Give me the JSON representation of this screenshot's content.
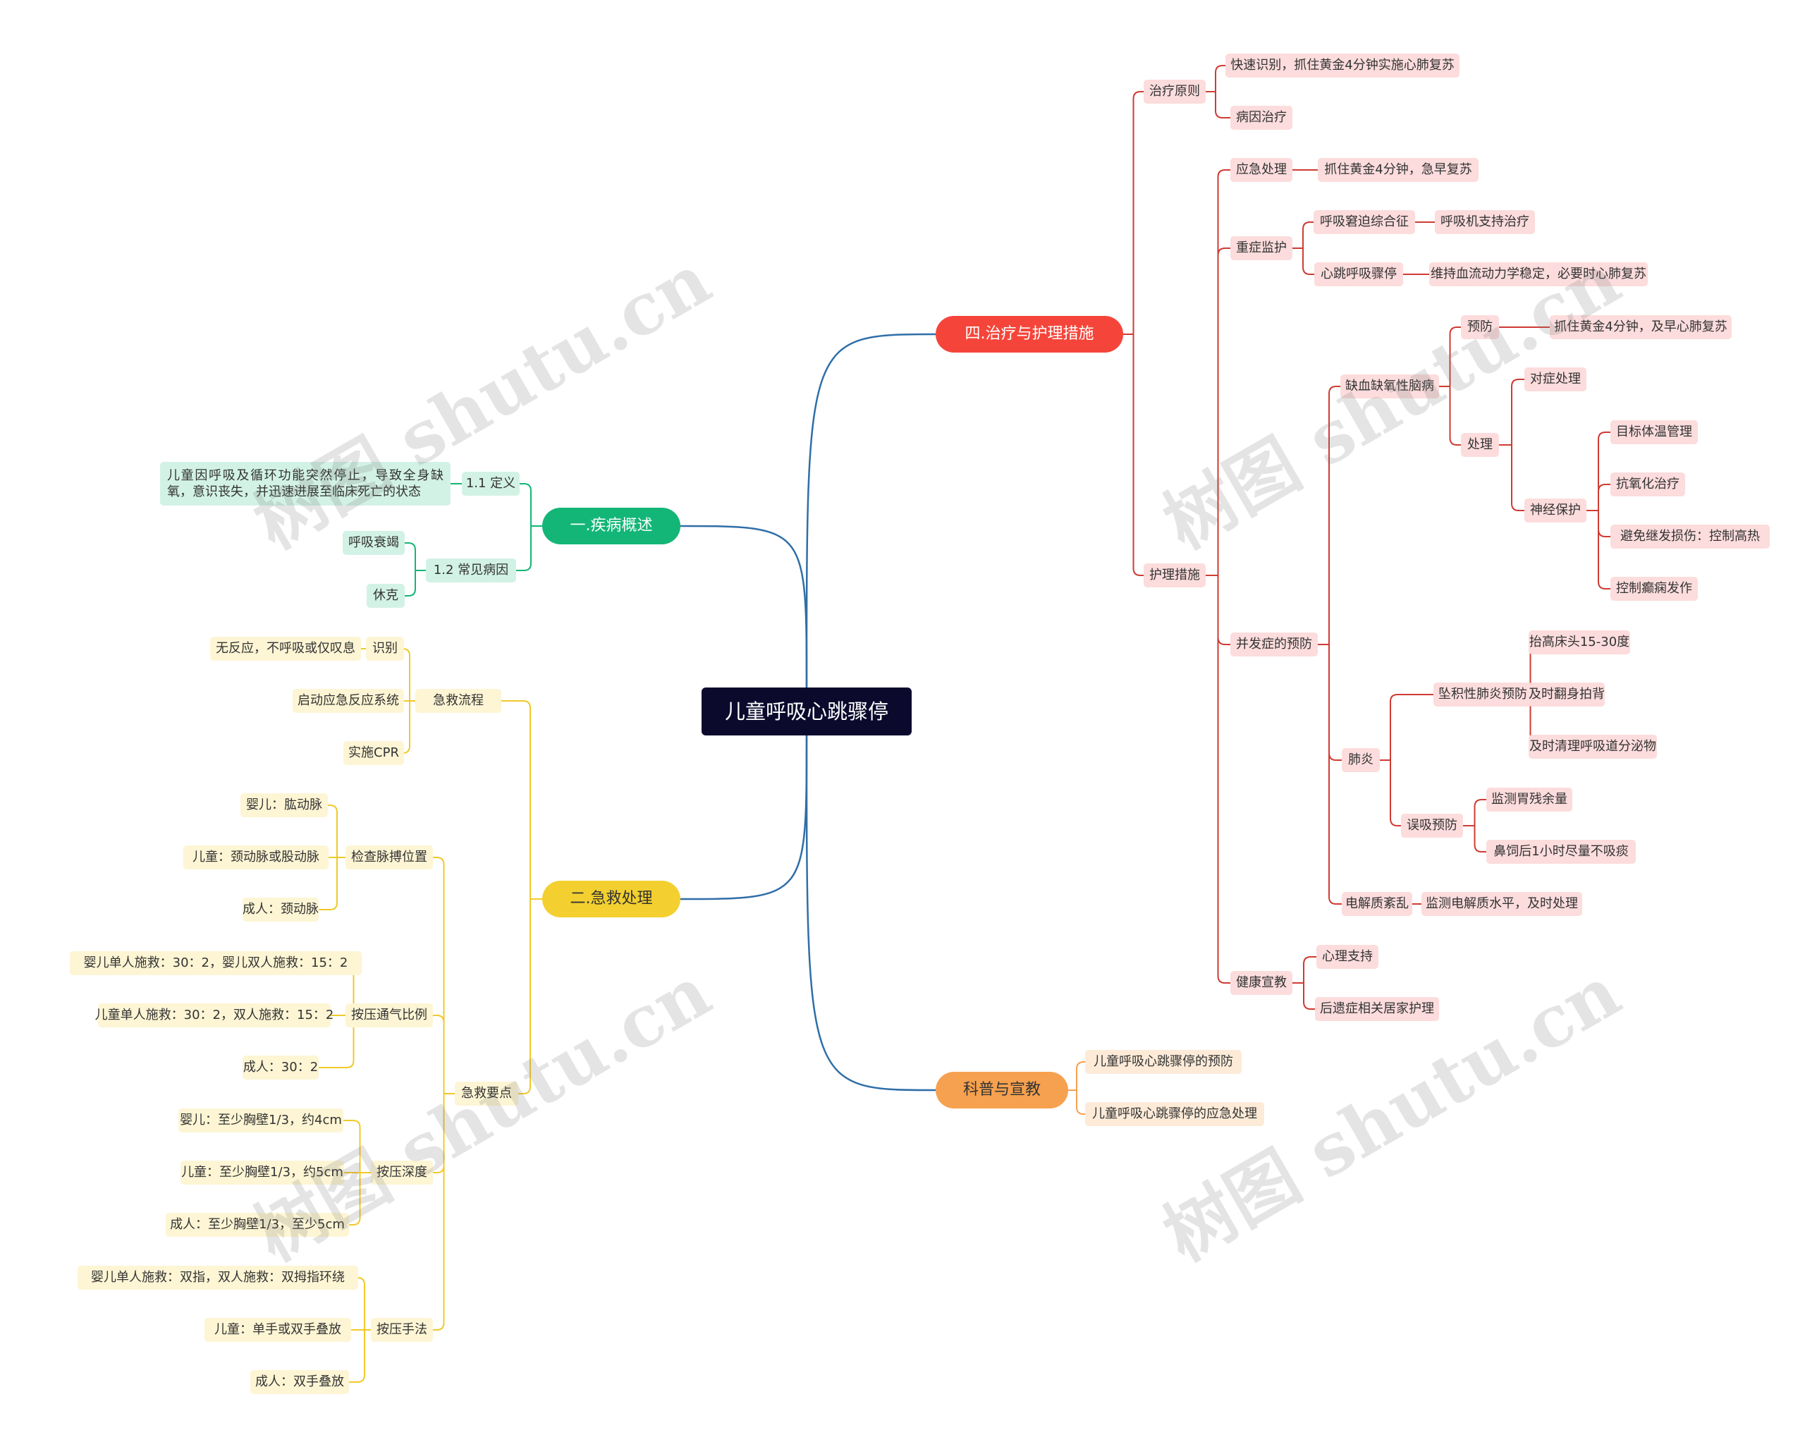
{
  "watermark": "树图 shutu.cn",
  "colors": {
    "root": "#0b0a2d",
    "root_text": "#ffffff",
    "overview": "#13b676",
    "overview_light": "#d2f2e5",
    "overview_line": "#13b676",
    "rescue": "#f3d02f",
    "rescue_light": "#fdf5d4",
    "rescue_line": "#f0c928",
    "treat": "#f5453a",
    "treat_light": "#fcdcdc",
    "treat_line": "#cf3b33",
    "edu": "#f6a14f",
    "edu_light": "#fdebd8",
    "edu_line": "#f6a14f",
    "root_line": "#2f6ea8",
    "child_text": "#333333"
  },
  "root": {
    "label": "儿童呼吸心跳骤停"
  },
  "overview": {
    "label": "一.疾病概述",
    "definition": {
      "label": "1.1 定义",
      "text": "儿童因呼吸及循环功能突然停止，导致全身缺氧，意识丧失，并迅速进展至临床死亡的状态"
    },
    "causes": {
      "label": "1.2 常见病因",
      "items": [
        "呼吸衰竭",
        "休克"
      ]
    }
  },
  "rescue": {
    "label": "二.急救处理",
    "flow": {
      "label": "急救流程",
      "items": [
        {
          "label": "识别",
          "child": "无反应，不呼吸或仅叹息"
        },
        {
          "label": "启动应急反应系统"
        },
        {
          "label": "实施CPR"
        }
      ]
    },
    "points": {
      "label": "急救要点",
      "groups": [
        {
          "label": "检查脉搏位置",
          "items": [
            "婴儿：肱动脉",
            "儿童：颈动脉或股动脉",
            "成人：颈动脉"
          ]
        },
        {
          "label": "按压通气比例",
          "items": [
            "婴儿单人施救：30：2，婴儿双人施救：15：2",
            "儿童单人施救：30：2，双人施救：15：2",
            "成人：30：2"
          ]
        },
        {
          "label": "按压深度",
          "items": [
            "婴儿：至少胸壁1/3，约4cm",
            "儿童：至少胸壁1/3，约5cm",
            "成人：至少胸壁1/3，至少5cm"
          ]
        },
        {
          "label": "按压手法",
          "items": [
            "婴儿单人施救：双指，双人施救：双拇指环绕",
            "儿童：单手或双手叠放",
            "成人：双手叠放"
          ]
        }
      ]
    }
  },
  "treat": {
    "label": "四.治疗与护理措施",
    "principle": {
      "label": "治疗原则",
      "items": [
        "快速识别，抓住黄金4分钟实施心肺复苏",
        "病因治疗"
      ]
    },
    "nursing": {
      "label": "护理措施",
      "emergency": {
        "label": "应急处理",
        "child": "抓住黄金4分钟，急早复苏"
      },
      "icu": {
        "label": "重症监护",
        "items": [
          {
            "label": "呼吸窘迫综合征",
            "child": "呼吸机支持治疗"
          },
          {
            "label": "心跳呼吸骤停",
            "child": "维持血流动力学稳定，必要时心肺复苏"
          }
        ]
      },
      "complications": {
        "label": "并发症的预防",
        "hie": {
          "label": "缺血缺氧性脑病",
          "prevent": {
            "label": "预防",
            "child": "抓住黄金4分钟，及早心肺复苏"
          },
          "treat": {
            "label": "处理",
            "symptomatic": "对症处理",
            "neuro": {
              "label": "神经保护",
              "items": [
                "目标体温管理",
                "抗氧化治疗",
                "避免继发损伤：控制高热",
                "控制癫痫发作"
              ]
            }
          }
        },
        "pneumonia": {
          "label": "肺炎",
          "hypostatic": {
            "label": "坠积性肺炎预防",
            "items": [
              "抬高床头15-30度",
              "及时翻身拍背",
              "及时清理呼吸道分泌物"
            ]
          },
          "aspiration": {
            "label": "误吸预防",
            "items": [
              "监测胃残余量",
              "鼻饲后1小时尽量不吸痰"
            ]
          }
        },
        "electrolyte": {
          "label": "电解质紊乱",
          "child": "监测电解质水平，及时处理"
        }
      },
      "education": {
        "label": "健康宣教",
        "items": [
          "心理支持",
          "后遗症相关居家护理"
        ]
      }
    }
  },
  "edu": {
    "label": "科普与宣教",
    "items": [
      "儿童呼吸心跳骤停的预防",
      "儿童呼吸心跳骤停的应急处理"
    ]
  }
}
